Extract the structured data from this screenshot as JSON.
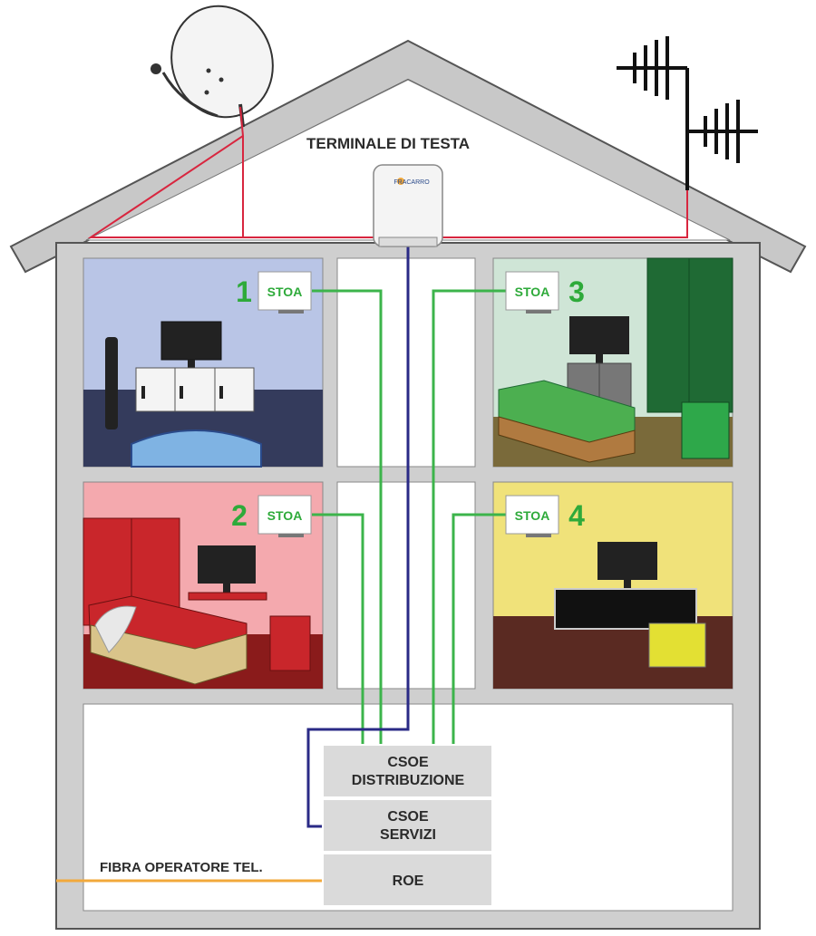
{
  "terminale_label": "TERMINALE DI TESTA",
  "terminale_brand": "FRACARRO",
  "outlets": [
    {
      "number": "1",
      "label": "STOA"
    },
    {
      "number": "2",
      "label": "STOA"
    },
    {
      "number": "3",
      "label": "STOA"
    },
    {
      "number": "4",
      "label": "STOA"
    }
  ],
  "csoe_distribuzione": {
    "line1": "CSOE",
    "line2": "DISTRIBUZIONE"
  },
  "csoe_servizi": {
    "line1": "CSOE",
    "line2": "SERVIZI"
  },
  "roe_label": "ROE",
  "fibra_label": "FIBRA OPERATORE TEL.",
  "colors": {
    "satellite_cable": "#d8263f",
    "fiber_green": "#3cb44b",
    "fiber_blue": "#2a2a86",
    "operator_fiber": "#f2a93b",
    "house_wall": "#cfcfcf",
    "room1": "#b9c5e6",
    "room2": "#f4a9ae",
    "room3": "#cfe5d6",
    "room4": "#f0e27a"
  }
}
